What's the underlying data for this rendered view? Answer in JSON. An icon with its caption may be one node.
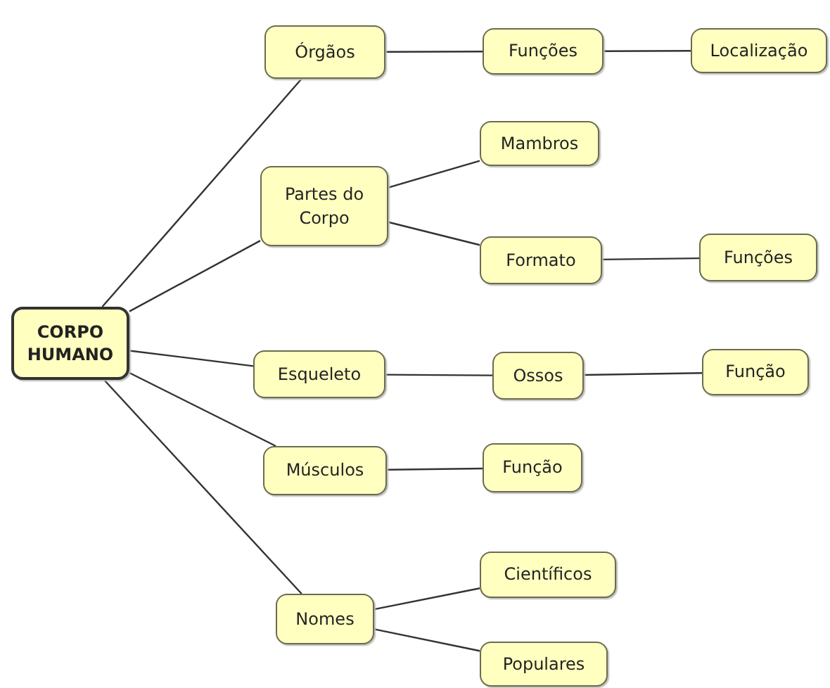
{
  "diagram": {
    "nodes": [
      {
        "text": [
          "CORPO HUMANO"
        ]
      },
      {
        "text": [
          "Órgãos"
        ]
      },
      {
        "text": [
          "Funções"
        ]
      },
      {
        "text": [
          "Localização"
        ]
      },
      {
        "text": [
          "Partes do Corpo"
        ]
      },
      {
        "text": [
          "Mambros"
        ]
      },
      {
        "text": [
          "Formato"
        ]
      },
      {
        "text": [
          "Funções"
        ]
      },
      {
        "text": [
          "Esqueleto"
        ]
      },
      {
        "text": [
          "Ossos"
        ]
      },
      {
        "text": [
          "Função"
        ]
      },
      {
        "text": [
          "Músculos"
        ]
      },
      {
        "text": [
          "Função"
        ]
      },
      {
        "text": [
          "Nomes"
        ]
      },
      {
        "text": [
          "Científicos"
        ]
      },
      {
        "text": [
          "Populares"
        ]
      }
    ],
    "edges": [
      {
        "from": 0,
        "to": 1,
        "arrow": "none"
      },
      {
        "from": 1,
        "to": 2,
        "arrow": "none"
      },
      {
        "from": 2,
        "to": 3,
        "arrow": "none"
      },
      {
        "from": 0,
        "to": 4,
        "arrow": "none"
      },
      {
        "from": 4,
        "to": 5,
        "arrow": "none"
      },
      {
        "from": 4,
        "to": 6,
        "arrow": "none"
      },
      {
        "from": 6,
        "to": 7,
        "arrow": "none"
      },
      {
        "from": 0,
        "to": 8,
        "arrow": "none"
      },
      {
        "from": 8,
        "to": 9,
        "arrow": "none"
      },
      {
        "from": 9,
        "to": 10,
        "arrow": "none"
      },
      {
        "from": 0,
        "to": 11,
        "arrow": "none"
      },
      {
        "from": 11,
        "to": 12,
        "arrow": "none"
      },
      {
        "from": 0,
        "to": 13,
        "arrow": "none"
      },
      {
        "from": 13,
        "to": 14,
        "arrow": "none"
      },
      {
        "from": 13,
        "to": 15,
        "arrow": "none"
      }
    ]
  }
}
